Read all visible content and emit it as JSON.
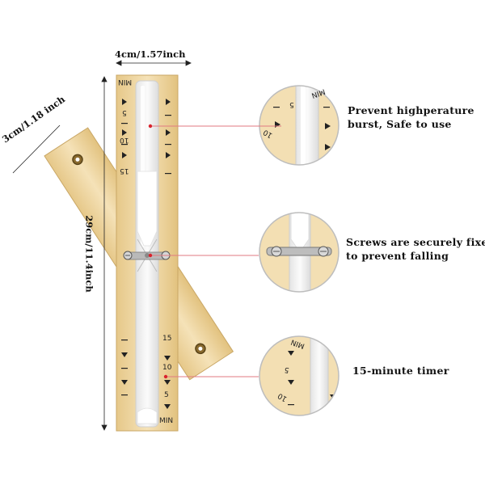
{
  "dimensions": {
    "width": "4cm/1.57inch",
    "depth": "3cm/1.18 inch",
    "height": "29cm/11.4inch"
  },
  "callouts": [
    {
      "line1": "Prevent highperature",
      "line2": "burst, Safe to use"
    },
    {
      "line1": "Screws are securely fixed",
      "line2": "to prevent falling"
    },
    {
      "line1": "15-minute timer"
    }
  ],
  "scale": {
    "top": [
      "MIN",
      "5",
      "10",
      "15"
    ],
    "bottom": [
      "15",
      "10",
      "5",
      "MIN"
    ]
  },
  "colors": {
    "wood": "#f0d9a8",
    "wood_edge": "#d9b97a",
    "glass": "#f2f2f2",
    "sand": "#ffffff",
    "pointer": "#d9232d"
  }
}
